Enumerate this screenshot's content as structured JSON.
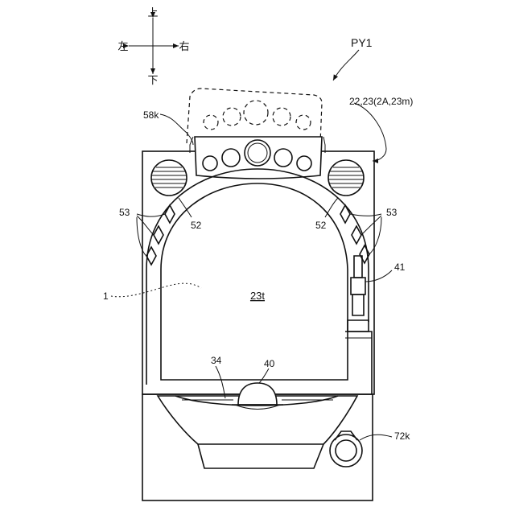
{
  "figure": {
    "title": "PY1",
    "directions": {
      "up": "上",
      "down": "下",
      "left": "左",
      "right": "右"
    },
    "labels": {
      "frame_ref": "22,23(2A,23m)",
      "panel_58k": "58k",
      "lamp_53_left": "53",
      "lamp_53_right": "53",
      "led_52_left": "52",
      "led_52_right": "52",
      "board_1": "1",
      "screen_23t": "23t",
      "handle_41": "41",
      "tray_34": "34",
      "button_40": "40",
      "knob_72k": "72k"
    }
  }
}
